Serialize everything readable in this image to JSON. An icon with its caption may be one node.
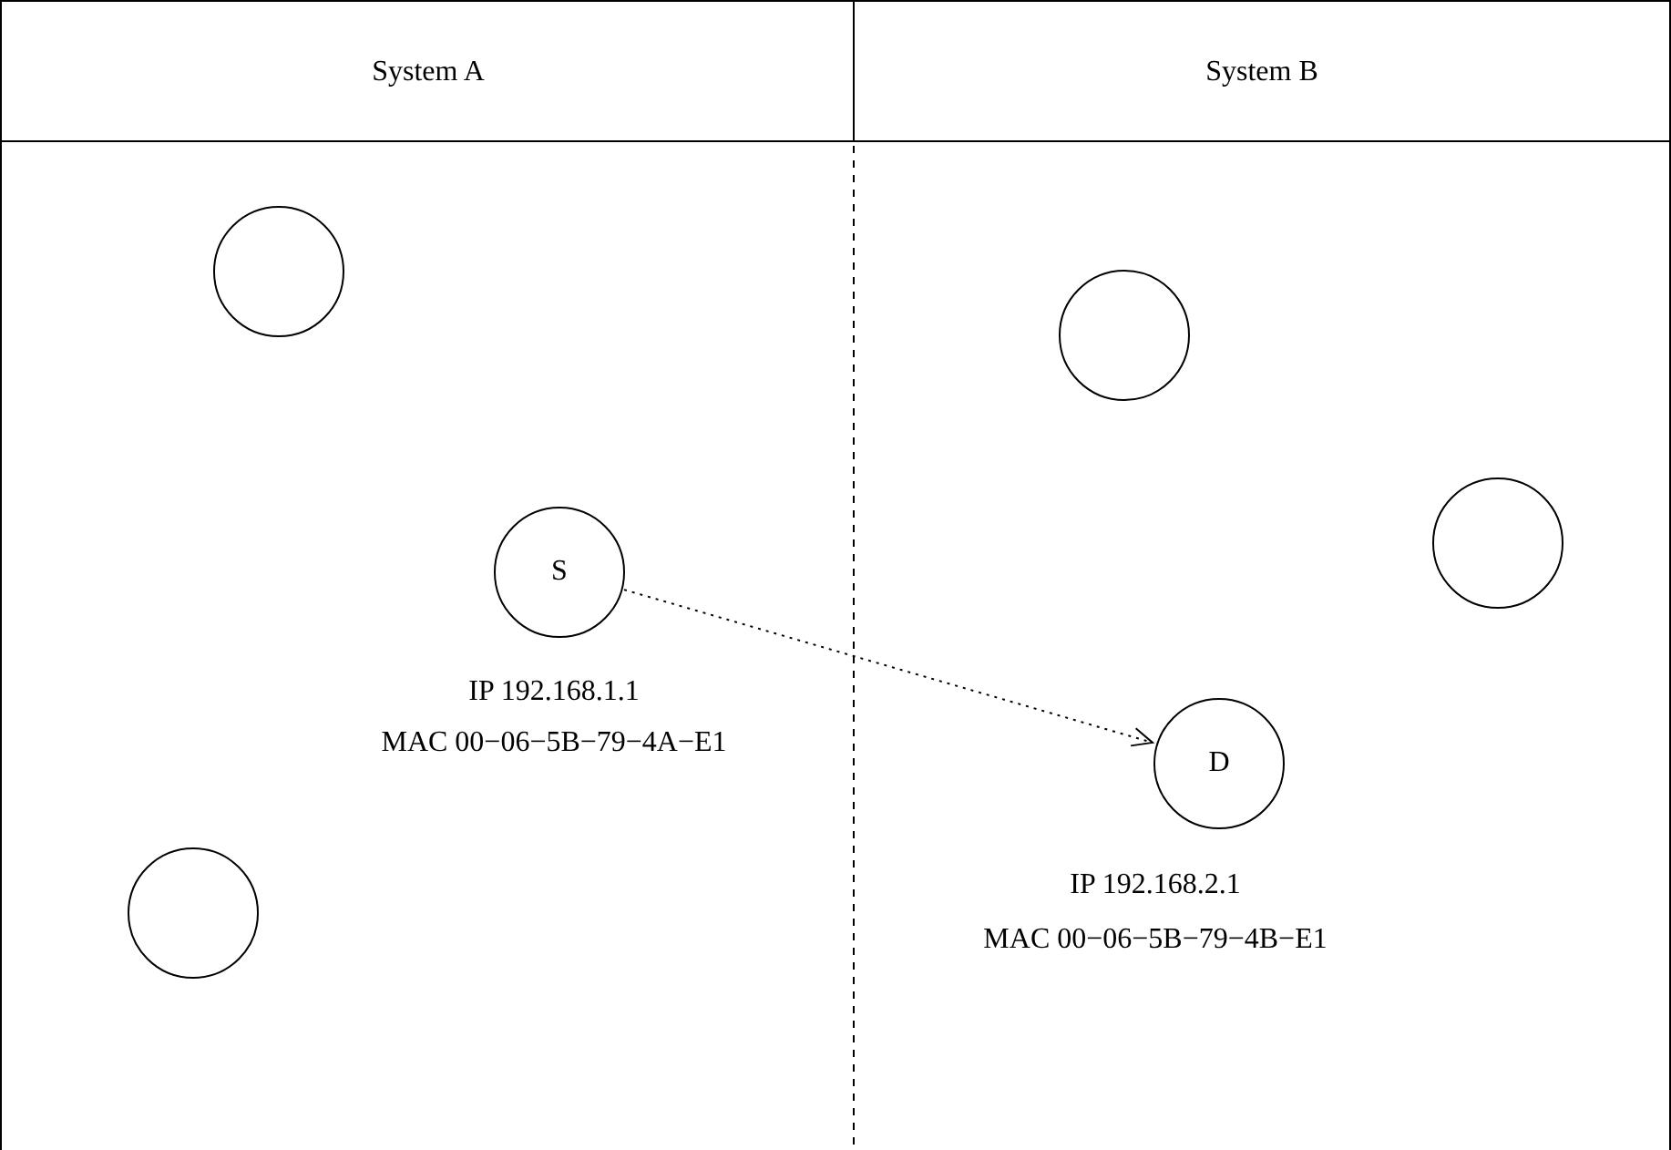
{
  "diagram": {
    "nodes": [
      {
        "text": [
          "System A"
        ]
      },
      {
        "text": [
          "System B"
        ]
      },
      {
        "text": [],
        "shape": "circle",
        "in": 0
      },
      {
        "text": [],
        "shape": "circle",
        "in": 1
      },
      {
        "text": [],
        "shape": "circle",
        "in": 1
      },
      {
        "text": [
          "S"
        ],
        "in": 0,
        "beside": [
          "IP 192.168.1.1",
          "MAC 00−06−5B−79−4A−E1"
        ]
      },
      {
        "text": [
          "D"
        ],
        "in": 1,
        "beside": [
          "IP 192.168.2.1",
          "MAC 00−06−5B−79−4B−E1"
        ]
      },
      {
        "text": [],
        "shape": "circle",
        "in": 0
      }
    ],
    "edges": [
      {
        "from": 5,
        "to": 6,
        "arrow": "to",
        "style": "dashed"
      }
    ]
  }
}
